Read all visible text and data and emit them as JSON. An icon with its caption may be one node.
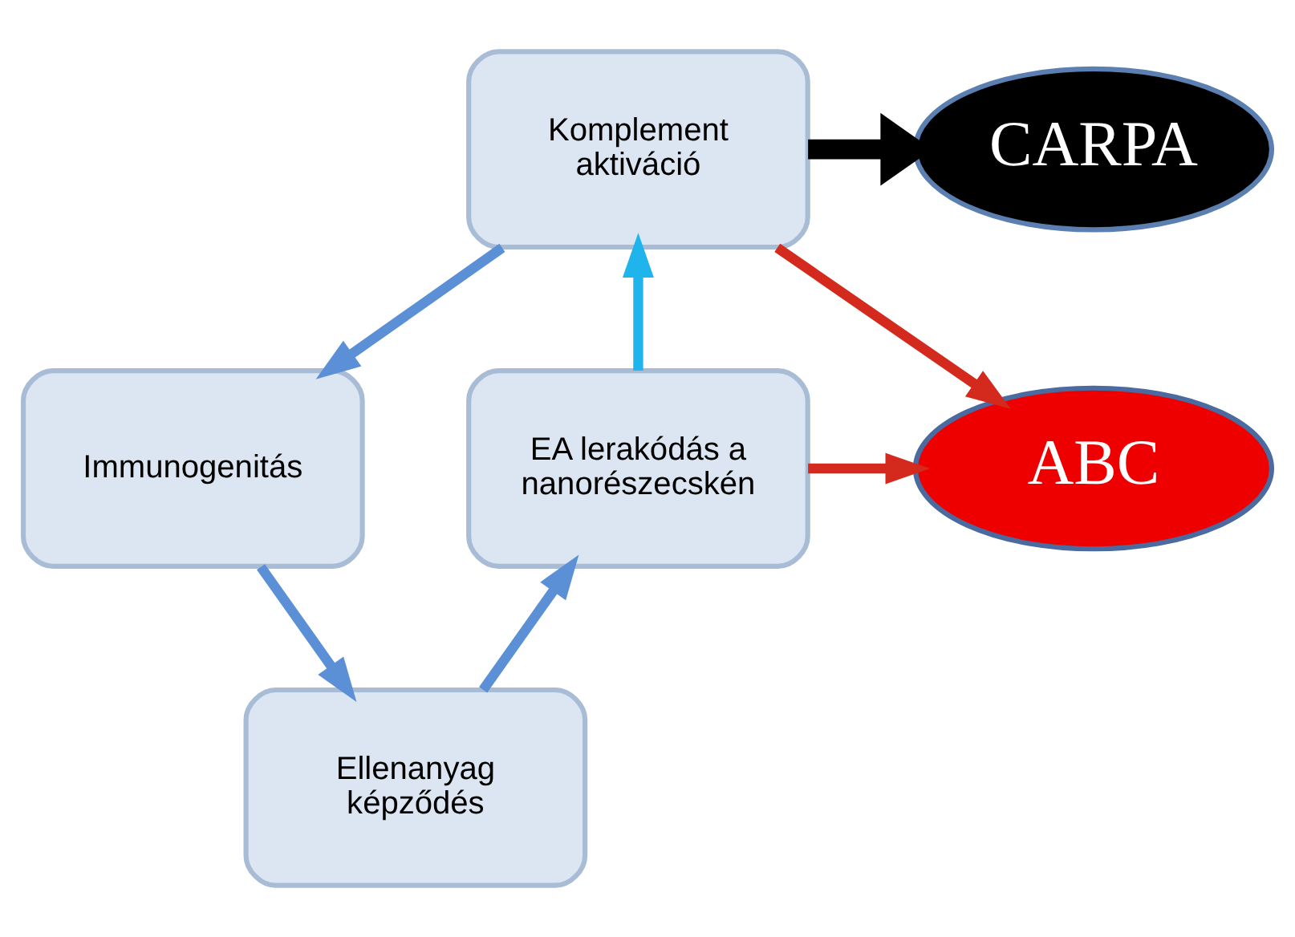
{
  "diagram": {
    "nodes": [
      {
        "text": [
          "Komplement aktiváció"
        ]
      },
      {
        "text": [
          "CARPA"
        ]
      },
      {
        "text": [
          "Immunogenitás"
        ]
      },
      {
        "text": [
          "Ellenanyag képződés"
        ]
      },
      {
        "text": [
          "EA lerakódás a nanorészecskén"
        ]
      },
      {
        "text": [
          "ABC"
        ]
      }
    ],
    "edges": [
      {
        "from": 0,
        "to": 1,
        "arrow": "to",
        "style": "thick",
        "color": "#000000"
      },
      {
        "from": 0,
        "to": 2,
        "arrow": "to"
      },
      {
        "from": 2,
        "to": 3,
        "arrow": "to"
      },
      {
        "from": 3,
        "to": 4,
        "arrow": "to"
      },
      {
        "from": 4,
        "to": 0,
        "arrow": "to",
        "color": "#1fb4ec"
      },
      {
        "from": 4,
        "to": 5,
        "arrow": "to",
        "color": "#d42a1e"
      },
      {
        "from": 0,
        "to": 5,
        "arrow": "to",
        "color": "#d42a1e"
      }
    ]
  }
}
